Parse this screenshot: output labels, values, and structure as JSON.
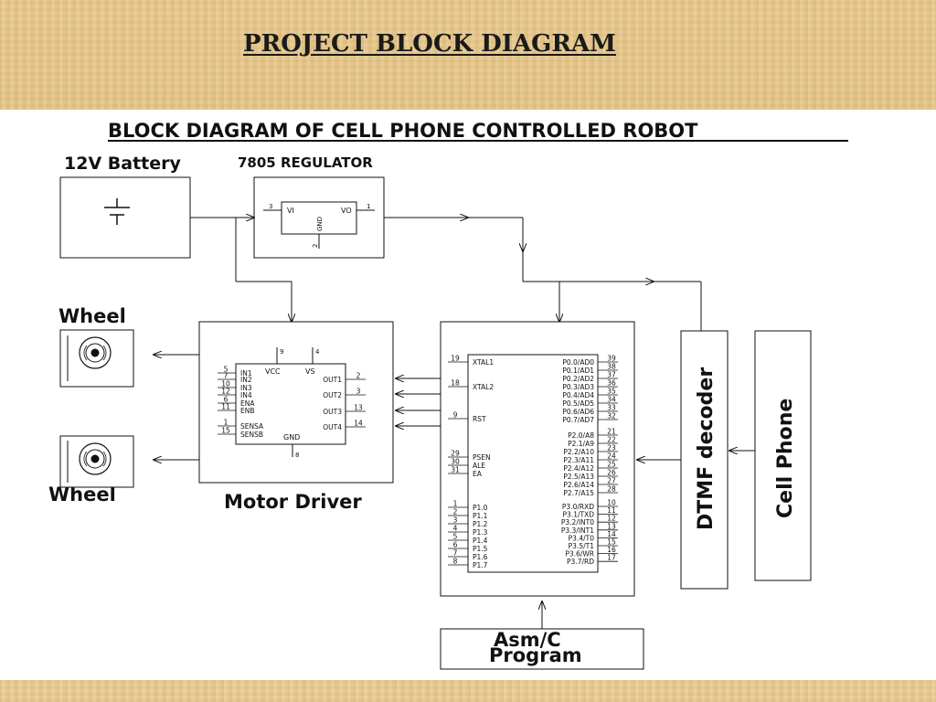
{
  "slide_title": "PROJECT BLOCK DIAGRAM",
  "diagram_title": "BLOCK DIAGRAM OF CELL PHONE CONTROLLED  ROBOT",
  "labels": {
    "battery": "12V Battery",
    "regulator": "7805 REGULATOR",
    "wheel_top": "Wheel",
    "wheel_bottom": "Wheel",
    "motor_driver": "Motor Driver",
    "dtmf": "DTMF decoder",
    "cell_phone": "Cell Phone",
    "program_line1": "Asm/C",
    "program_line2": "Program"
  },
  "regulator_chip": {
    "vi": "VI",
    "vo": "VO",
    "gnd": "GND",
    "pin_vi": "3",
    "pin_vo": "1",
    "pin_gnd": "2"
  },
  "motor_chip": {
    "vcc": "VCC",
    "vs": "VS",
    "gnd": "GND",
    "pin_vcc": "9",
    "pin_vs": "4",
    "pin_gnd": "8",
    "left_pins": [
      {
        "num": "5",
        "name": "IN1"
      },
      {
        "num": "7",
        "name": "IN2"
      },
      {
        "num": "10",
        "name": "IN3"
      },
      {
        "num": "12",
        "name": "IN4"
      },
      {
        "num": "6",
        "name": "ENA"
      },
      {
        "num": "11",
        "name": "ENB"
      },
      {
        "num": "1",
        "name": "SENSA"
      },
      {
        "num": "15",
        "name": "SENSB"
      }
    ],
    "right_pins": [
      {
        "num": "2",
        "name": "OUT1"
      },
      {
        "num": "3",
        "name": "OUT2"
      },
      {
        "num": "13",
        "name": "OUT3"
      },
      {
        "num": "14",
        "name": "OUT4"
      }
    ]
  },
  "mcu_chip": {
    "left_pins": [
      {
        "num": "19",
        "name": "XTAL1"
      },
      {
        "num": "18",
        "name": "XTAL2"
      },
      {
        "num": "9",
        "name": "RST"
      },
      {
        "num": "29",
        "name": "PSEN"
      },
      {
        "num": "30",
        "name": "ALE"
      },
      {
        "num": "31",
        "name": "EA"
      },
      {
        "num": "1",
        "name": "P1.0"
      },
      {
        "num": "2",
        "name": "P1.1"
      },
      {
        "num": "3",
        "name": "P1.2"
      },
      {
        "num": "4",
        "name": "P1.3"
      },
      {
        "num": "5",
        "name": "P1.4"
      },
      {
        "num": "6",
        "name": "P1.5"
      },
      {
        "num": "7",
        "name": "P1.6"
      },
      {
        "num": "8",
        "name": "P1.7"
      }
    ],
    "right_pins": [
      {
        "num": "39",
        "name": "P0.0/AD0"
      },
      {
        "num": "38",
        "name": "P0.1/AD1"
      },
      {
        "num": "37",
        "name": "P0.2/AD2"
      },
      {
        "num": "36",
        "name": "P0.3/AD3"
      },
      {
        "num": "35",
        "name": "P0.4/AD4"
      },
      {
        "num": "34",
        "name": "P0.5/AD5"
      },
      {
        "num": "33",
        "name": "P0.6/AD6"
      },
      {
        "num": "32",
        "name": "P0.7/AD7"
      },
      {
        "num": "21",
        "name": "P2.0/A8"
      },
      {
        "num": "22",
        "name": "P2.1/A9"
      },
      {
        "num": "23",
        "name": "P2.2/A10"
      },
      {
        "num": "24",
        "name": "P2.3/A11"
      },
      {
        "num": "25",
        "name": "P2.4/A12"
      },
      {
        "num": "26",
        "name": "P2.5/A13"
      },
      {
        "num": "27",
        "name": "P2.6/A14"
      },
      {
        "num": "28",
        "name": "P2.7/A15"
      },
      {
        "num": "10",
        "name": "P3.0/RXD"
      },
      {
        "num": "11",
        "name": "P3.1/TXD"
      },
      {
        "num": "12",
        "name": "P3.2/INT0"
      },
      {
        "num": "13",
        "name": "P3.3/INT1"
      },
      {
        "num": "14",
        "name": "P3.4/T0"
      },
      {
        "num": "15",
        "name": "P3.5/T1"
      },
      {
        "num": "16",
        "name": "P3.6/WR"
      },
      {
        "num": "17",
        "name": "P3.7/RD"
      }
    ]
  }
}
